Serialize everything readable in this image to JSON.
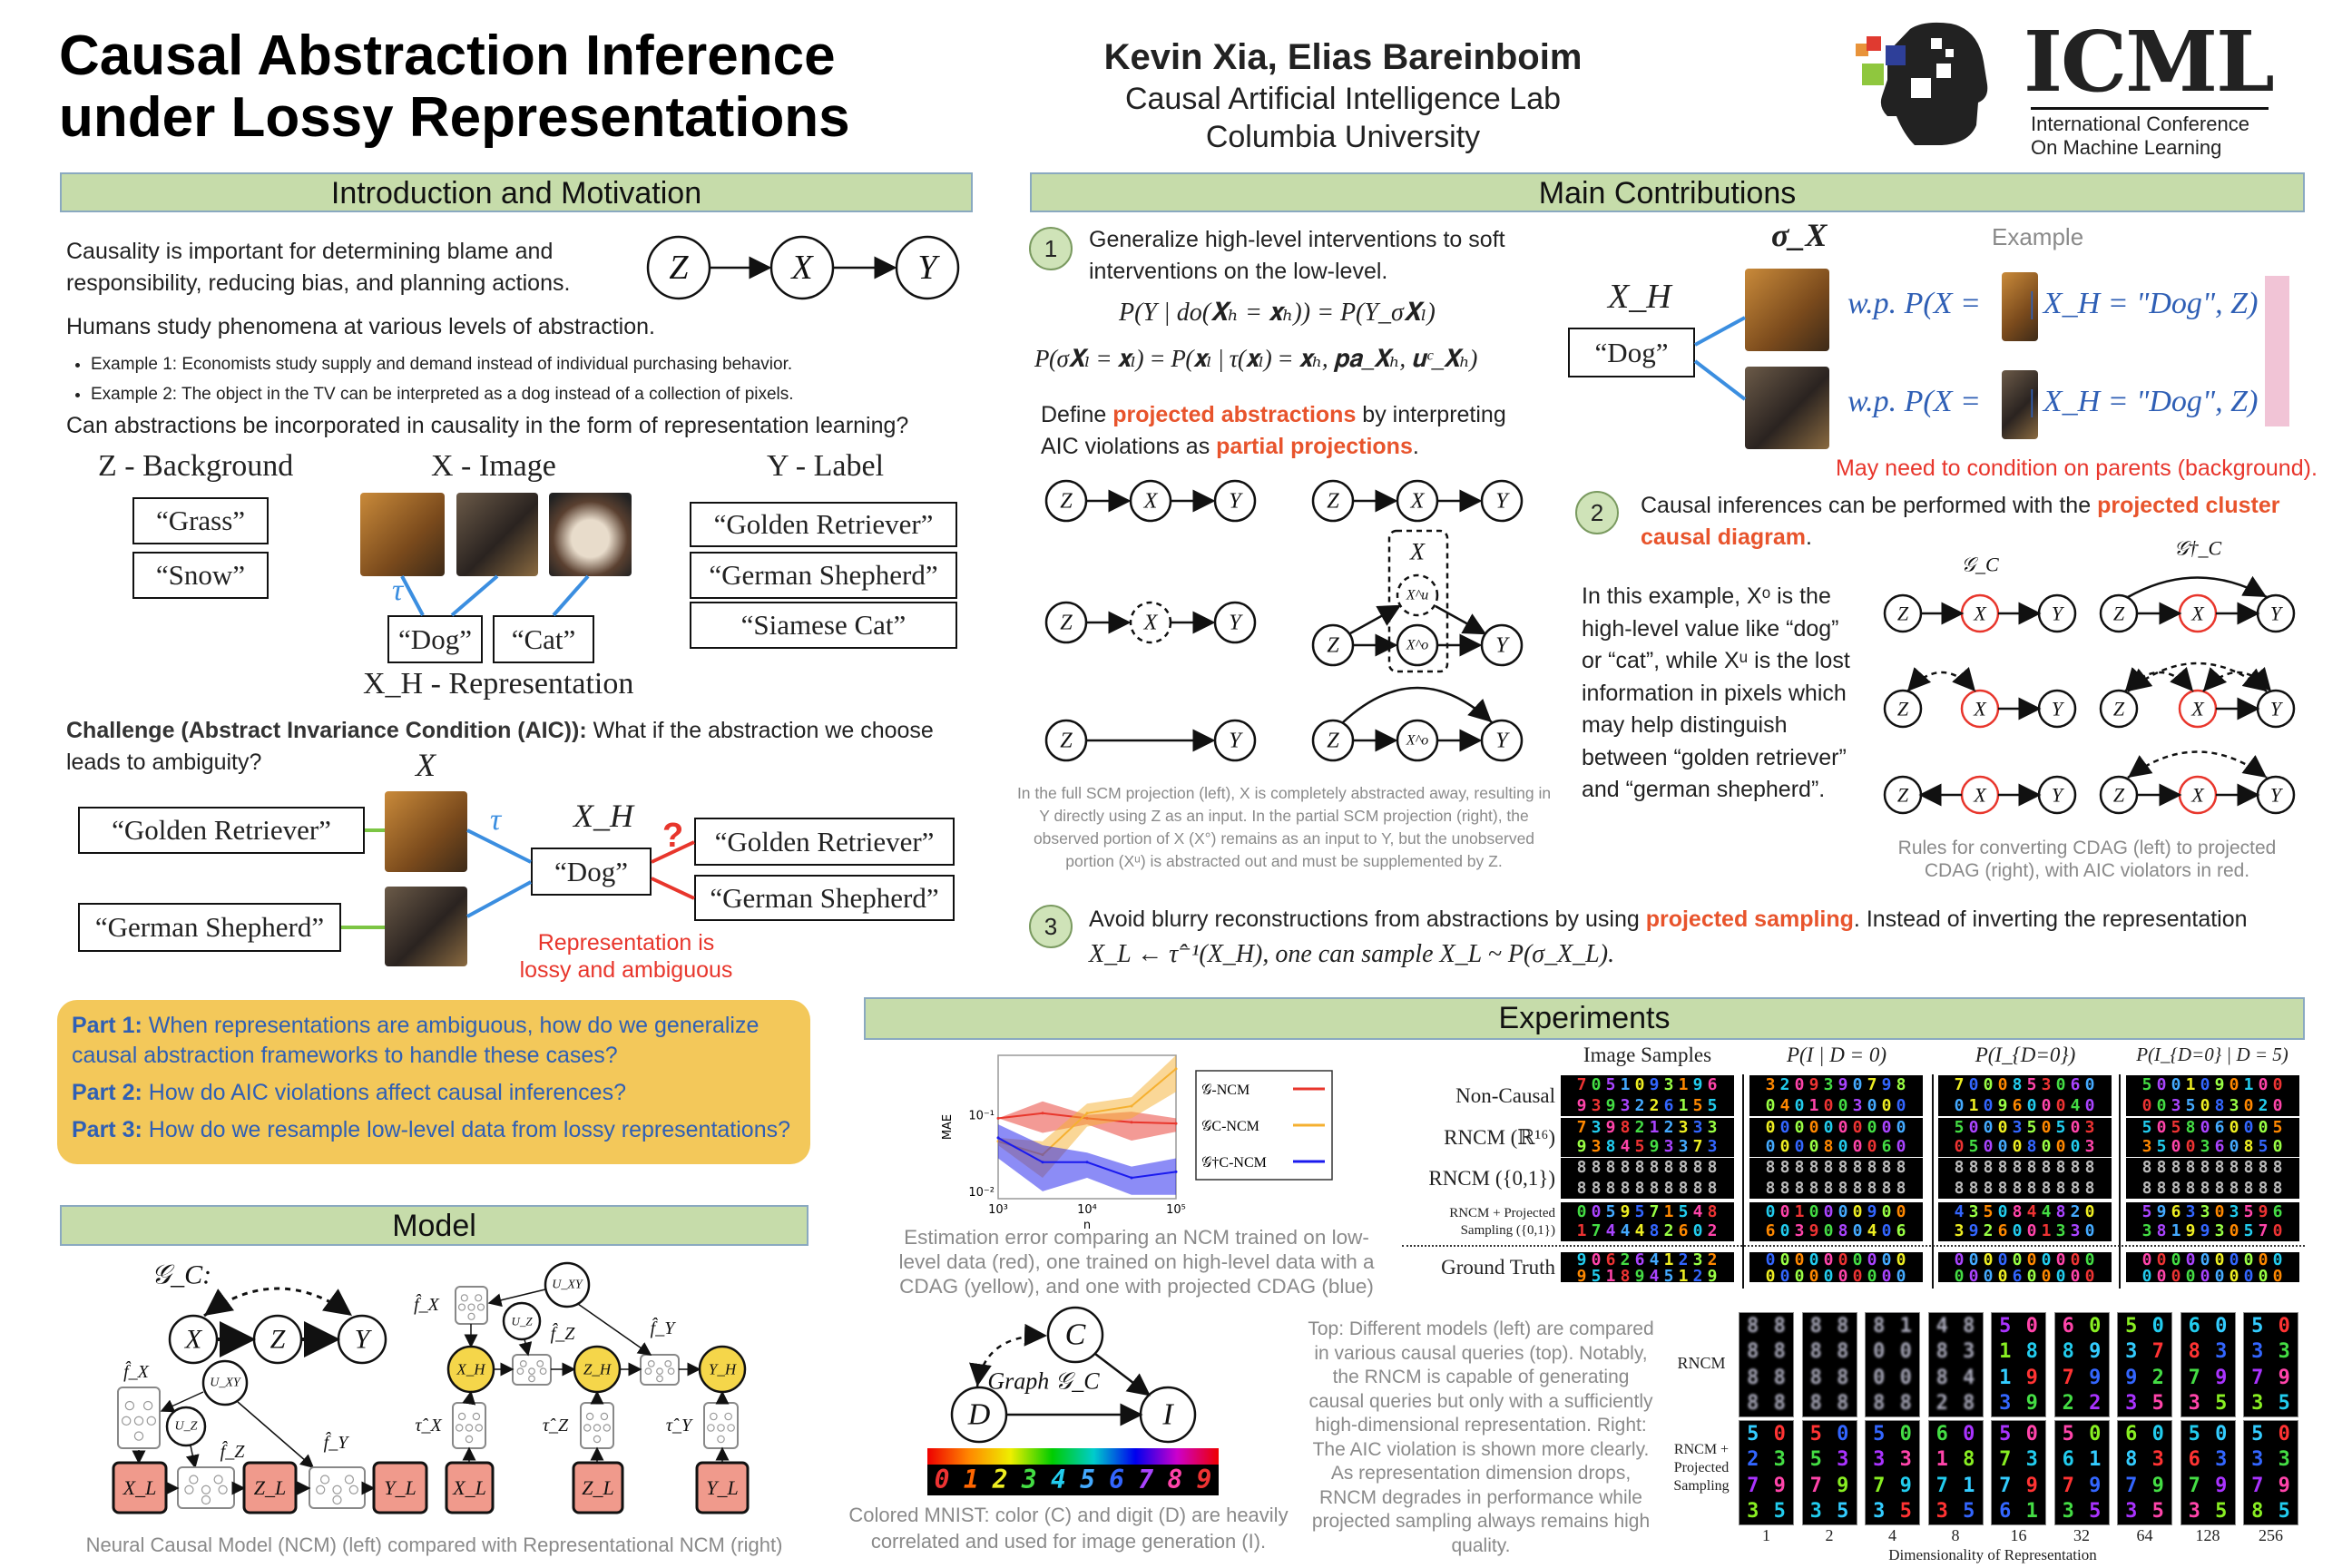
{
  "header": {
    "title_line1": "Causal Abstraction Inference",
    "title_line2": "under Lossy Representations",
    "authors": "Kevin Xia, Elias Bareinboim",
    "lab": "Causal Artificial Intelligence Lab",
    "university": "Columbia University",
    "logo": {
      "text": "ICML",
      "line1": "International Conference",
      "line2": "On Machine Learning"
    }
  },
  "intro": {
    "heading": "Introduction and Motivation",
    "p1_line1": "Causality is important for determining blame and",
    "p1_line2": "responsibility, reducing bias, and planning actions.",
    "p2": "Humans study phenomena at various levels of abstraction.",
    "bullets": [
      "Example 1: Economists study supply and demand instead of individual purchasing behavior.",
      "Example 2: The object in the TV can be interpreted as a dog instead of a collection of pixels."
    ],
    "p3": "Can abstractions be incorporated in causality in the form of representation learning?",
    "z_head": "Z - Background",
    "x_head": "X - Image",
    "y_head": "Y - Label",
    "xh_head": "X_H - Representation",
    "z_values": [
      "“Grass”",
      "“Snow”"
    ],
    "xh_values": [
      "“Dog”",
      "“Cat”"
    ],
    "y_values": [
      "“Golden Retriever”",
      "“German Shepherd”",
      "“Siamese Cat”"
    ],
    "tau": "τ",
    "challenge_bold": "Challenge (Abstract Invariance Condition (AIC)):",
    "challenge_rest": " What if the abstraction we choose leads to ambiguity?",
    "ch_x": "X",
    "ch_xh": "X_H",
    "ch_q": "?",
    "ch_left": [
      "“Golden Retriever”",
      "“German Shepherd”"
    ],
    "ch_dog": "“Dog”",
    "ch_right": [
      "“Golden Retriever”",
      "“German Shepherd”"
    ],
    "ch_note_line1": "Representation is",
    "ch_note_line2": "lossy and ambiguous",
    "dag": {
      "Z": "Z",
      "X": "X",
      "Y": "Y"
    }
  },
  "parts": [
    {
      "label": "Part 1:",
      "text": " When representations are ambiguous, how do we generalize causal abstraction frameworks to handle these cases?"
    },
    {
      "label": "Part 2:",
      "text": " How do AIC violations affect causal inferences?"
    },
    {
      "label": "Part 3:",
      "text": " How do we resample low-level data from lossy representations?"
    }
  ],
  "model": {
    "heading": "Model",
    "gc_label": "𝒢_C:",
    "caption": "Neural Causal Model (NCM) (left) compared with Representational NCM (right)",
    "labels": {
      "X": "X",
      "Z": "Z",
      "Y": "Y",
      "UXY": "U_XY",
      "UZ": "U_Z",
      "fX": "f̂_X",
      "fZ": "f̂_Z",
      "fY": "f̂_Y",
      "XL": "X_L",
      "ZL": "Z_L",
      "YL": "Y_L",
      "XH": "X_H",
      "ZH": "Z_H",
      "YH": "Y_H",
      "tX": "τ̂_X",
      "tZ": "τ̂_Z",
      "tY": "τ̂_Y"
    }
  },
  "contrib": {
    "heading": "Main Contributions",
    "n1": "1",
    "n2": "2",
    "n3": "3",
    "c1_line1": "Generalize high-level interventions to soft",
    "c1_line2": "interventions on the low-level.",
    "eq1": "P(Y | do(𝐗ₕ = 𝐱ₕ)) = P(Y_σ𝐗ₗ)",
    "eq2": "P(σ𝐗ₗ = 𝐱ₗ) = P(𝐱ₗ | τ(𝐱ₗ) = 𝐱ₕ, 𝐩𝐚_𝐗ₕ, 𝐮ᶜ_𝐗ₕ)",
    "def_a": "Define ",
    "def_b": "projected abstractions",
    "def_c": " by interpreting",
    "def_d": "AIC violations as ",
    "def_e": "partial projections",
    "def_f": ".",
    "sigma": "σ_X",
    "example": "Example",
    "xh": "X_H",
    "dog": "“Dog”",
    "wp1": "w.p. P(X =      | X_H = \"Dog\", Z)",
    "wp2": "w.p. P(X =      | X_H = \"Dog\", Z)",
    "parents_note": "May need to condition on parents (background).",
    "scm_caption": "In the full SCM projection (left), X is completely abstracted away, resulting in Y directly using Z as an input. In the partial SCM projection (right), the observed portion of X (X°) remains as an input to Y, but the unobserved portion (Xᵘ) is abstracted out and must be supplemented by Z.",
    "c2_a": "Causal inferences can be performed with the ",
    "c2_b": "projected cluster causal diagram",
    "c2_c": ".",
    "example_text": "In this example, Xᵒ is the high-level value like “dog” or “cat”, while Xᵘ is the lost information in pixels which may help distinguish between “golden retriever” and “german shepherd”.",
    "gc": "𝒢_C",
    "gc_dag": "𝒢†_C",
    "cdag_caption": "Rules for converting CDAG (left) to projected CDAG (right), with AIC violators in red.",
    "c3_a": "Avoid blurry reconstructions from abstractions by using ",
    "c3_b": "projected sampling",
    "c3_c": ". Instead of inverting the representation",
    "c3_line2": "X_L ← τ̂⁻¹(X_H), one can sample X_L ~ P(σ_X_L).",
    "nodes": {
      "Z": "Z",
      "X": "X",
      "Y": "Y",
      "Xu": "X^u",
      "Xo": "X^o"
    }
  },
  "experiments": {
    "heading": "Experiments",
    "chart_caption": "Estimation error comparing an NCM trained on low-level data (red), one trained on high-level data with a CDAG (yellow), and one with projected CDAG (blue)",
    "table": {
      "columns": [
        "Image Samples",
        "P(I | D = 0)",
        "P(I_{D=0})",
        "P(I_{D=0} | D = 5)"
      ],
      "rows": [
        {
          "label": "Non-Causal",
          "cells": [
            [
              "7051093196",
              "9393226155"
            ],
            [
              "3209390798",
              "0401003000"
            ],
            [
              "7000853060",
              "0109600040"
            ],
            [
              "5001090100",
              "0035083020"
            ]
          ]
        },
        {
          "label": "RNCM (ℝ¹⁶)",
          "cells": [
            [
              "7398212333",
              "9384593373"
            ],
            [
              "0000000000",
              "0000800060"
            ],
            [
              "5000350503",
              "0500080003"
            ],
            [
              "5058060005",
              "3500360850"
            ]
          ]
        },
        {
          "label": "RNCM ({0,1})",
          "cells": [
            [
              "8888888888",
              "8888888888"
            ],
            [
              "8888888888",
              "8888888888"
            ],
            [
              "8888888888",
              "8888888888"
            ],
            [
              "8888888888",
              "8888888888"
            ]
          ]
        },
        {
          "label": "RNCM + Projected Sampling ({0,1})",
          "cells": [
            [
              "0059571548",
              "1744482602"
            ],
            [
              "0010000900",
              "6039080406"
            ],
            [
              "4350844820",
              "3926001330"
            ],
            [
              "5963303596",
              "3819930570"
            ]
          ]
        },
        {
          "label": "Ground Truth",
          "cells": [
            [
              "9062641232",
              "9518945129"
            ],
            [
              "0000000000",
              "0000000000"
            ],
            [
              "0000000000",
              "0000600000"
            ],
            [
              "0000000000",
              "0000000000"
            ]
          ]
        }
      ]
    },
    "graph_label": "Graph 𝒢_C",
    "graph_nodes": {
      "C": "C",
      "D": "D",
      "I": "I"
    },
    "digit_strip": "0123456789",
    "mnist_caption": "Colored MNIST: color (C) and digit (D) are heavily correlated and used for image generation (I).",
    "dim_caption": "Top: Different models (left) are compared in various causal queries (top). Notably, the RNCM is capable of generating causal queries but only with a sufficiently high-dimensional representation. Right: The AIC violation is shown more clearly. As representation dimension drops, RNCM degrades in performance while projected sampling always remains high quality.",
    "dim_rows": [
      "RNCM",
      "RNCM + Projected Sampling"
    ],
    "dims": [
      "1",
      "2",
      "4",
      "8",
      "16",
      "32",
      "64",
      "128",
      "256"
    ],
    "dim_xlabel": "Dimensionality of Representation",
    "dim_digits": {
      "rncm": [
        "88888888",
        "88888888",
        "81000088",
        "48838428",
        "50181939",
        "60897922",
        "50379235",
        "60837935",
        "50337935"
      ],
      "proj": [
        "50237935",
        "50537935",
        "50337935",
        "60187135",
        "50737961",
        "50617935",
        "60837935",
        "50637935",
        "50337985"
      ]
    }
  },
  "chart_data": {
    "type": "line",
    "title": "",
    "xlabel": "n",
    "ylabel": "MAE",
    "x": [
      1000,
      3162,
      10000,
      31623,
      100000
    ],
    "xscale": "log",
    "yscale": "log",
    "xlim": [
      1000,
      100000
    ],
    "ylim": [
      0.008,
      0.6
    ],
    "xticks": [
      "10³",
      "10⁴",
      "10⁵"
    ],
    "yticks": [
      "10⁻²",
      "10⁻¹"
    ],
    "legend_position": "right-outside",
    "series": [
      {
        "name": "𝒢-NCM",
        "color": "#e8362c",
        "values": [
          0.09,
          0.105,
          0.09,
          0.08,
          0.077
        ],
        "lower": [
          0.09,
          0.058,
          0.075,
          0.046,
          0.06
        ],
        "upper": [
          0.09,
          0.15,
          0.1,
          0.11,
          0.09
        ]
      },
      {
        "name": "𝒢C-NCM",
        "color": "#f5b030",
        "values": [
          0.045,
          0.03,
          0.105,
          0.13,
          0.4
        ],
        "lower": [
          0.04,
          0.015,
          0.07,
          0.09,
          0.2
        ],
        "upper": [
          0.05,
          0.045,
          0.14,
          0.17,
          0.6
        ]
      },
      {
        "name": "𝒢†C-NCM",
        "color": "#1a1aee",
        "values": [
          0.05,
          0.024,
          0.024,
          0.015,
          0.018
        ],
        "lower": [
          0.027,
          0.01,
          0.015,
          0.009,
          0.009
        ],
        "upper": [
          0.075,
          0.04,
          0.032,
          0.021,
          0.027
        ]
      }
    ]
  },
  "colors": {
    "accent_red": "#e8542c",
    "section_green": "#c6dcaa",
    "parts_yellow": "#f3c85a",
    "parts_blue": "#2f5fb5",
    "node_yellow": "#f5d64a",
    "node_red": "#f09a8c"
  }
}
